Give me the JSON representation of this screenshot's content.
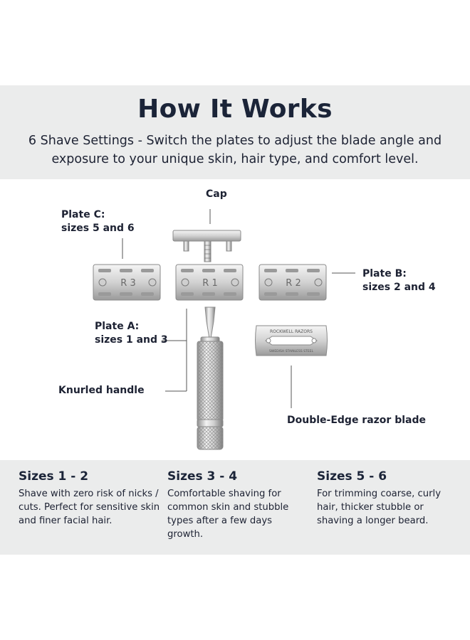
{
  "header": {
    "title": "How It Works",
    "subtitle": "6 Shave Settings - Switch the plates to adjust the blade angle and exposure to your unique skin, hair type, and comfort level."
  },
  "diagram": {
    "labels": {
      "cap": "Cap",
      "plate_c": "Plate C:",
      "plate_c_sizes": "sizes 5 and 6",
      "plate_b": "Plate B:",
      "plate_b_sizes": "sizes 2 and 4",
      "plate_a": "Plate A:",
      "plate_a_sizes": "sizes 1 and 3",
      "handle": "Knurled handle",
      "blade": "Double-Edge razor blade"
    },
    "plate_marks": {
      "plate_c": "R 3",
      "plate_a": "R 1",
      "plate_b": "R 2"
    },
    "blade_text": {
      "brand": "ROCKWELL RAZORS",
      "steel": "SWEDISH STAINLESS STEEL"
    }
  },
  "sizes": [
    {
      "title": "Sizes 1 - 2",
      "desc": "Shave with zero risk of nicks / cuts. Perfect for sensitive skin and finer facial hair."
    },
    {
      "title": "Sizes 3 - 4",
      "desc": "Comfortable shaving for common skin and stubble types after a few days growth."
    },
    {
      "title": "Sizes 5 - 6",
      "desc": "For trimming coarse, curly hair, thicker stubble or shaving a longer beard."
    }
  ],
  "colors": {
    "band": "#ebecec",
    "title": "#1b2438",
    "text": "#1d2233",
    "metal_light": "#f2f2f2",
    "metal_dark": "#8a8a8a"
  }
}
